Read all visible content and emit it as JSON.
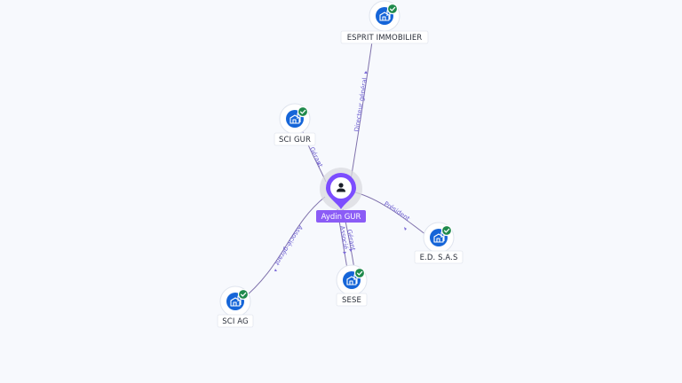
{
  "person": {
    "name": "Aydin GUR",
    "icon": "person-icon"
  },
  "companies": [
    {
      "id": "esprit",
      "name": "ESPRIT IMMOBILIER",
      "icon": "building-icon",
      "verified": true
    },
    {
      "id": "scigur",
      "name": "SCI GUR",
      "icon": "building-icon",
      "verified": true
    },
    {
      "id": "eds",
      "name": "E.D. S.A.S",
      "icon": "building-icon",
      "verified": true
    },
    {
      "id": "sese",
      "name": "SESE",
      "icon": "building-icon",
      "verified": true
    },
    {
      "id": "sciag",
      "name": "SCI AG",
      "icon": "building-icon",
      "verified": true
    }
  ],
  "relations": [
    {
      "to": "esprit",
      "label": "Directeur général"
    },
    {
      "to": "scigur",
      "label": "Gérant"
    },
    {
      "to": "eds",
      "label": "Président"
    },
    {
      "to": "sese",
      "label": "Gérant"
    },
    {
      "to": "sese",
      "label": "Associé"
    },
    {
      "to": "sciag",
      "label": "Associé-gérant"
    }
  ],
  "colors": {
    "person_pin": "#7c4dff",
    "person_label": "#8b5cf6",
    "company_node": "#1565d8",
    "verified_badge": "#1f8a4c",
    "edge": "#6b5a9e",
    "edge_label": "#6a5bd0"
  }
}
